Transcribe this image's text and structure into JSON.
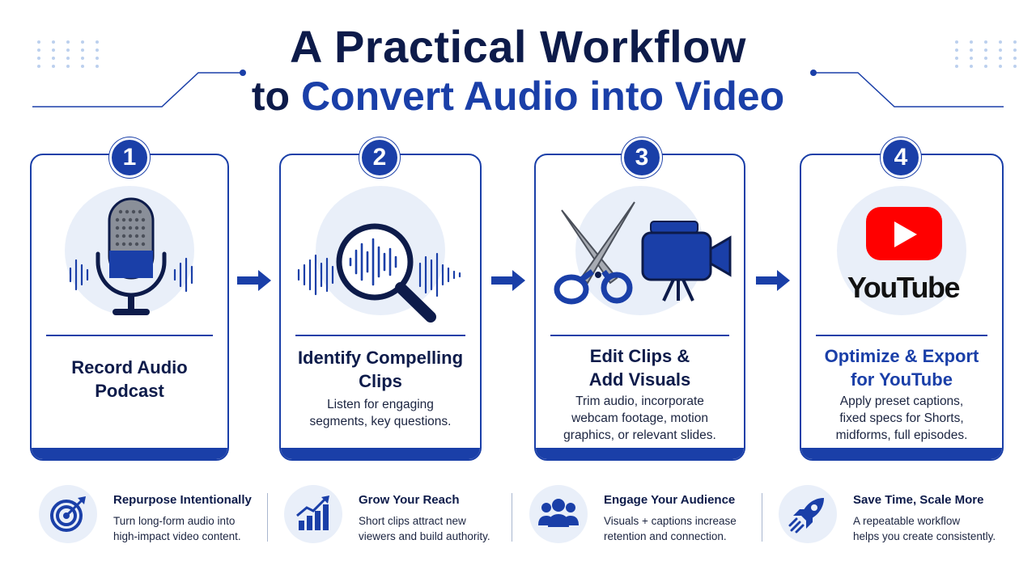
{
  "title": {
    "line1": "A Practical Workflow",
    "line2_prefix": "to ",
    "line2_accent": "Convert Audio into Video"
  },
  "colors": {
    "primary": "#1a3fa8",
    "navy": "#0d1b4a",
    "icon_bg": "#e9eff9",
    "youtube_red": "#ff0000"
  },
  "steps": [
    {
      "number": "1",
      "title_line1": "Record Audio",
      "title_line2": "Podcast",
      "desc_lines": [],
      "icon": "microphone-icon"
    },
    {
      "number": "2",
      "title_line1": "Identify Compelling",
      "title_line2": "Clips",
      "desc_lines": [
        "Listen for engaging",
        "segments, key questions."
      ],
      "icon": "magnifier-waveform-icon"
    },
    {
      "number": "3",
      "title_line1": "Edit Clips &",
      "title_line2": "Add Visuals",
      "desc_lines": [
        "Trim audio, incorporate",
        "webcam footage, motion",
        "graphics, or relevant slides."
      ],
      "icon": "scissors-camera-icon"
    },
    {
      "number": "4",
      "title_line1": "Optimize & Export",
      "title_line2": "for YouTube",
      "desc_lines": [
        "Apply preset captions,",
        "fixed specs for Shorts,",
        "midforms, full episodes."
      ],
      "icon": "youtube-logo-icon",
      "logo_text": "YouTube"
    }
  ],
  "benefits": [
    {
      "title": "Repurpose Intentionally",
      "desc_lines": [
        "Turn long-form audio into",
        "high-impact video content."
      ],
      "icon": "target-icon"
    },
    {
      "title": "Grow Your Reach",
      "desc_lines": [
        "Short clips attract new",
        "viewers and build authority."
      ],
      "icon": "growth-chart-icon"
    },
    {
      "title": "Engage Your Audience",
      "desc_lines": [
        "Visuals + captions increase",
        "retention and connection."
      ],
      "icon": "audience-icon"
    },
    {
      "title": "Save Time, Scale More",
      "desc_lines": [
        "A repeatable workflow",
        "helps you create consistently."
      ],
      "icon": "rocket-icon"
    }
  ]
}
